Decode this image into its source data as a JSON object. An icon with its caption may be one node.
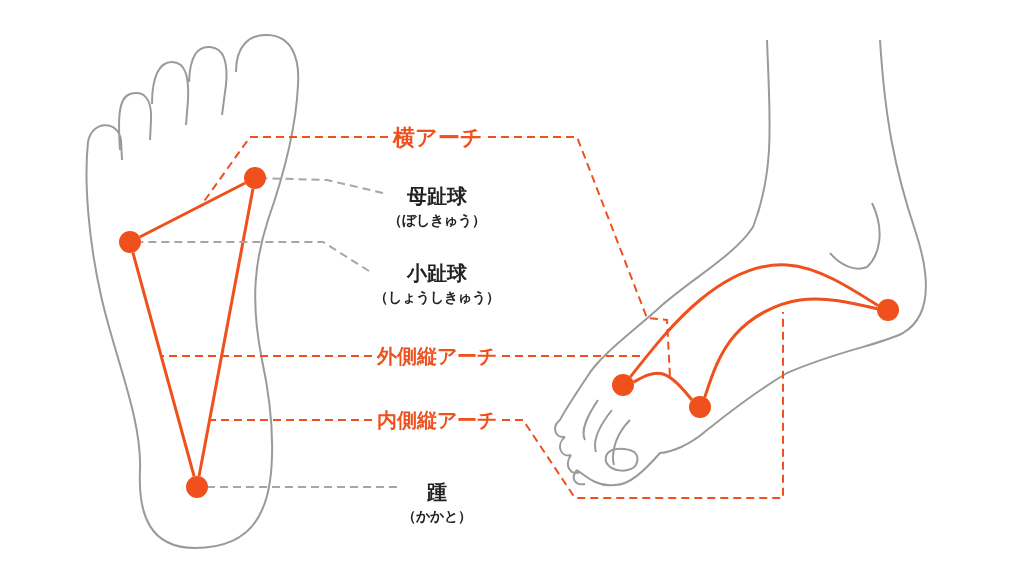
{
  "diagram": {
    "nodes": [
      {
        "text": [
          "横アーチ"
        ]
      },
      {
        "text": [
          "母趾球",
          "（ぼしきゅう）"
        ]
      },
      {
        "text": [
          "小趾球",
          "（しょうしきゅう）"
        ]
      },
      {
        "text": [
          "外側縦アーチ"
        ]
      },
      {
        "text": [
          "内側縦アーチ"
        ]
      },
      {
        "text": [
          "踵",
          "（かかと）"
        ]
      },
      {
        "text": [],
        "shape": "circle"
      },
      {
        "text": [],
        "shape": "circle"
      },
      {
        "text": [],
        "shape": "circle"
      },
      {
        "text": [],
        "shape": "circle"
      },
      {
        "text": [],
        "shape": "circle"
      },
      {
        "text": [],
        "shape": "circle"
      }
    ],
    "edges": [
      {
        "from": 7,
        "to": 6,
        "arrow": "none"
      },
      {
        "from": 6,
        "to": 8,
        "arrow": "none"
      },
      {
        "from": 7,
        "to": 8,
        "arrow": "none"
      },
      {
        "from": 9,
        "to": 10,
        "arrow": "none"
      },
      {
        "from": 9,
        "to": 11,
        "arrow": "none"
      },
      {
        "from": 10,
        "to": 11,
        "arrow": "none"
      },
      {
        "from": 0,
        "to": null,
        "arrow": "none",
        "style": "dashed"
      },
      {
        "from": 0,
        "to": null,
        "arrow": "none",
        "style": "dashed"
      },
      {
        "from": 1,
        "to": 6,
        "arrow": "none",
        "style": "dashed",
        "color": "#a6a6a6"
      },
      {
        "from": 2,
        "to": 7,
        "arrow": "none",
        "style": "dashed",
        "color": "#a6a6a6"
      },
      {
        "from": 3,
        "to": null,
        "arrow": "none",
        "style": "dashed"
      },
      {
        "from": 3,
        "to": null,
        "arrow": "none",
        "style": "dashed"
      },
      {
        "from": 4,
        "to": null,
        "arrow": "none",
        "style": "dashed"
      },
      {
        "from": 4,
        "to": null,
        "arrow": "none",
        "style": "dashed"
      },
      {
        "from": 5,
        "to": 8,
        "arrow": "none",
        "style": "dashed",
        "color": "#a6a6a6"
      }
    ]
  }
}
